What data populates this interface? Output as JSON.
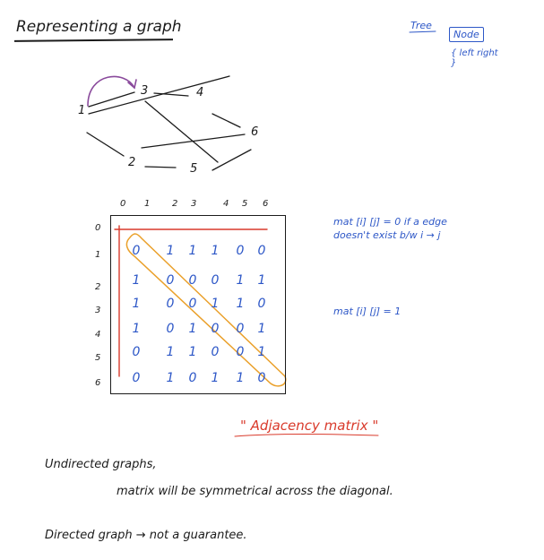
{
  "title": "Representing a graph",
  "tree_note": {
    "label": "Tree",
    "node": "Node",
    "fields": "{ left right }"
  },
  "graph": {
    "vertices": [
      "1",
      "2",
      "3",
      "4",
      "5",
      "6"
    ]
  },
  "matrix": {
    "col_headers": [
      "0",
      "1",
      "2",
      "3",
      "4",
      "5",
      "6"
    ],
    "row_headers": [
      "0",
      "1",
      "2",
      "3",
      "4",
      "5",
      "6"
    ],
    "rows": [
      [
        "0",
        "1",
        "1",
        "1",
        "0",
        "0"
      ],
      [
        "1",
        "0",
        "0",
        "0",
        "1",
        "1"
      ],
      [
        "1",
        "0",
        "0",
        "1",
        "1",
        "0"
      ],
      [
        "1",
        "0",
        "1",
        "0",
        "0",
        "1"
      ],
      [
        "0",
        "1",
        "1",
        "0",
        "0",
        "1"
      ],
      [
        "0",
        "1",
        "0",
        "1",
        "1",
        "0"
      ]
    ]
  },
  "notes": {
    "rule_zero": "mat [i] [j] = 0 if a edge doesn't exist b/w i → j",
    "rule_one": "mat [i] [j] = 1"
  },
  "caption": "\" Adjacency matrix \"",
  "text": {
    "undirected_line1": "Undirected graphs,",
    "undirected_line2": "matrix will be symmetrical across the diagonal.",
    "directed": "Directed graph → not a guarantee."
  },
  "colors": {
    "ink_black": "#1b1b1b",
    "ink_blue": "#2d57c7",
    "ink_red": "#d93a2b",
    "ink_orange": "#eaa02a",
    "ink_purple": "#8a4a9c"
  }
}
